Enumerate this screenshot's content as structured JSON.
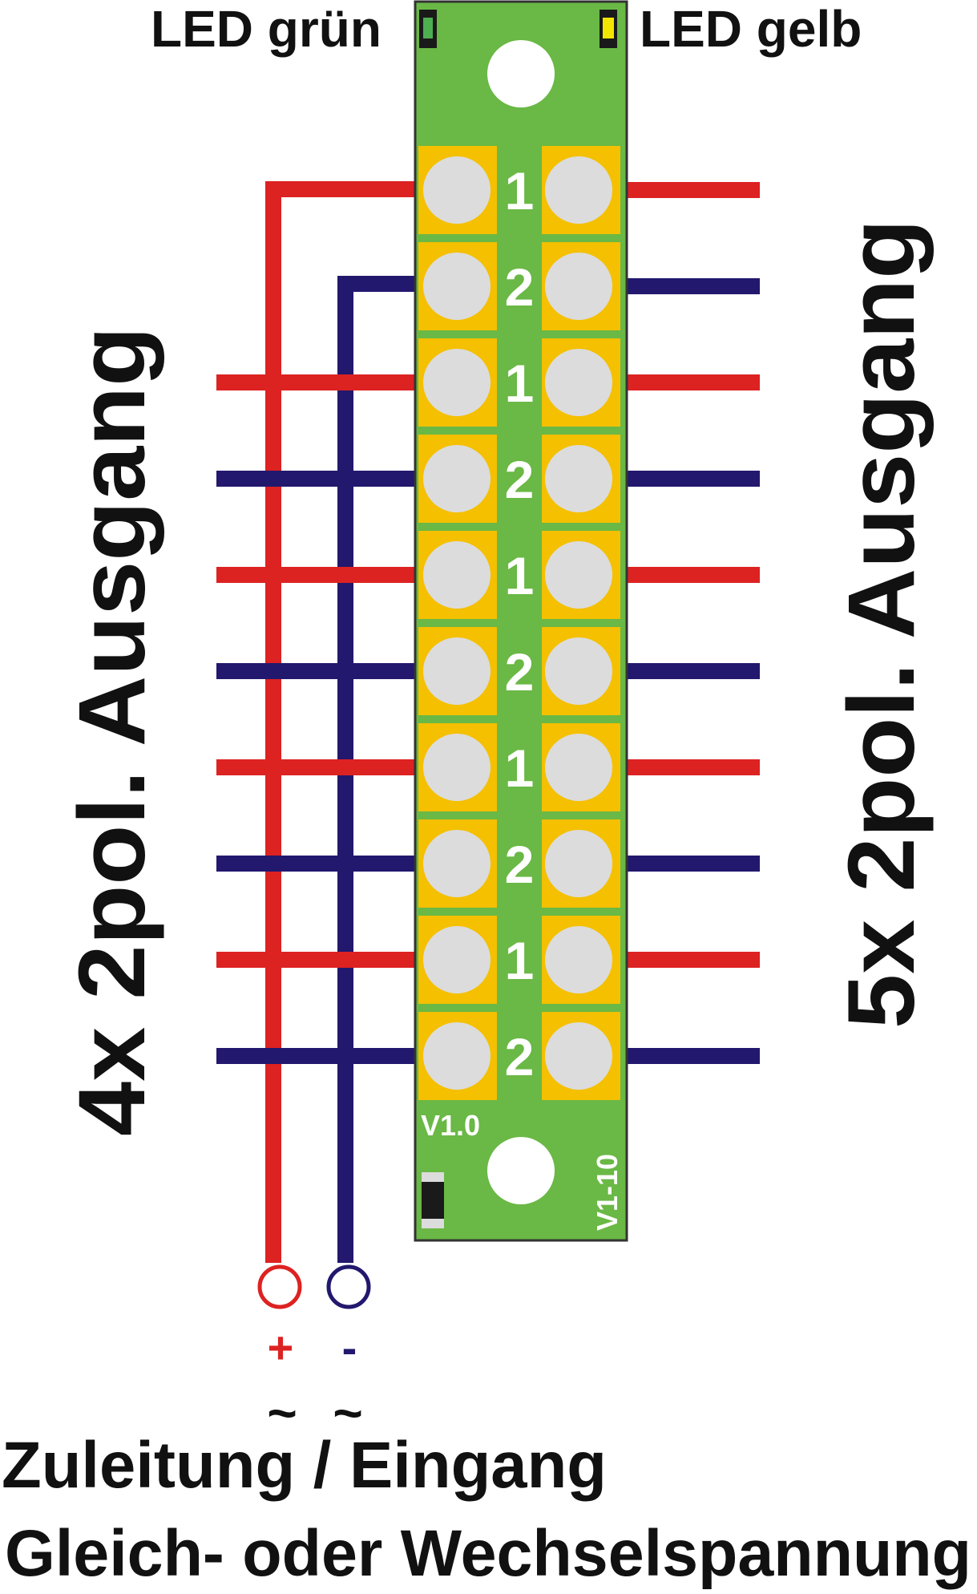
{
  "labels": {
    "led_green": "LED grün",
    "led_yellow": "LED gelb",
    "left_side": "4x 2pol. Ausgang",
    "right_side": "5x 2pol. Ausgang",
    "version": "V1.0",
    "model": "V1-10",
    "plus": "+",
    "minus": "-",
    "ac_symbol": "~",
    "caption_line1": "Zuleitung / Eingang",
    "caption_line2": "Gleich- oder Wechselspannung"
  },
  "pin_numbers": [
    "1",
    "2",
    "1",
    "2",
    "1",
    "2",
    "1",
    "2",
    "1",
    "2"
  ],
  "colors": {
    "positive": "#dd2222",
    "negative": "#22186e",
    "board": "#6ab845",
    "pad": "#f4c000",
    "hole": "#dcdcdc",
    "led_green": "#4caf50",
    "led_yellow": "#f2e600"
  }
}
